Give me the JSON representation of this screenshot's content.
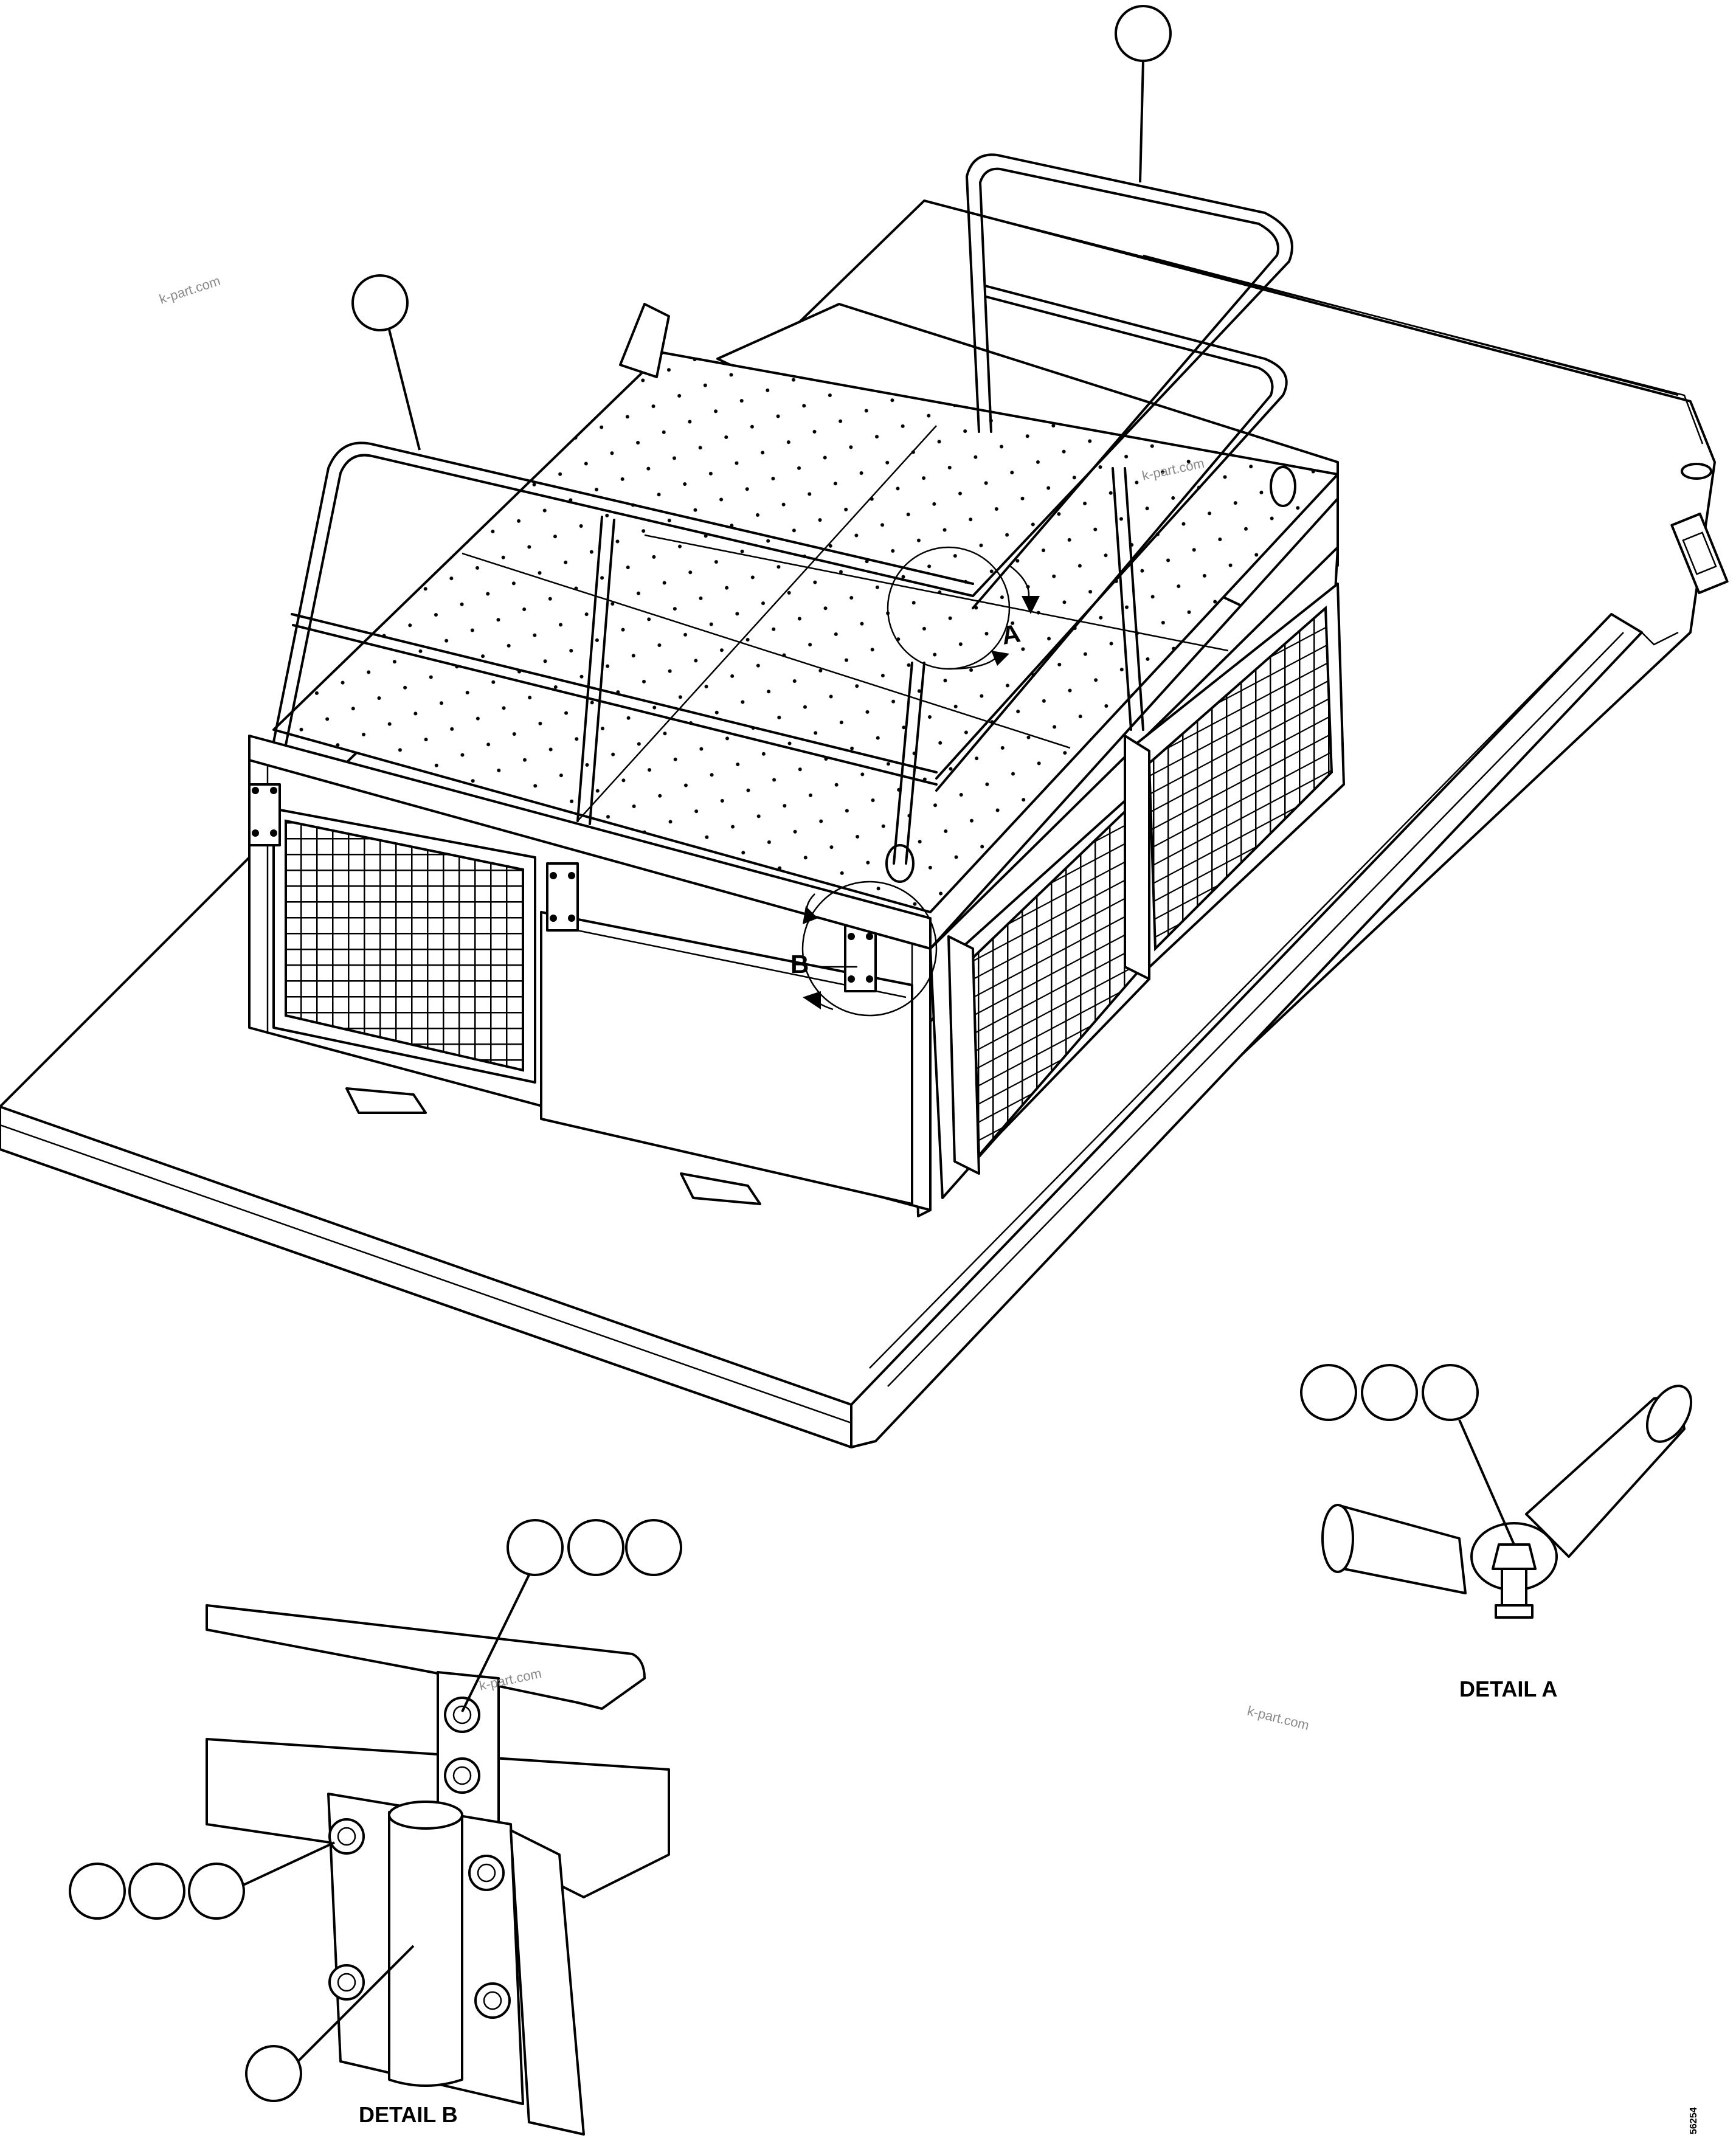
{
  "labels": {
    "detail_a_marker": "A",
    "detail_b_marker": "B",
    "detail_a_title": "DETAIL A",
    "detail_b_title": "DETAIL B",
    "figure_number": "56254"
  },
  "watermarks": [
    "k-part.com",
    "k-part.com",
    "k-part.com",
    "k-part.com"
  ],
  "colors": {
    "line": "#000000",
    "background": "#ffffff",
    "watermark": "#8a8a8a"
  }
}
